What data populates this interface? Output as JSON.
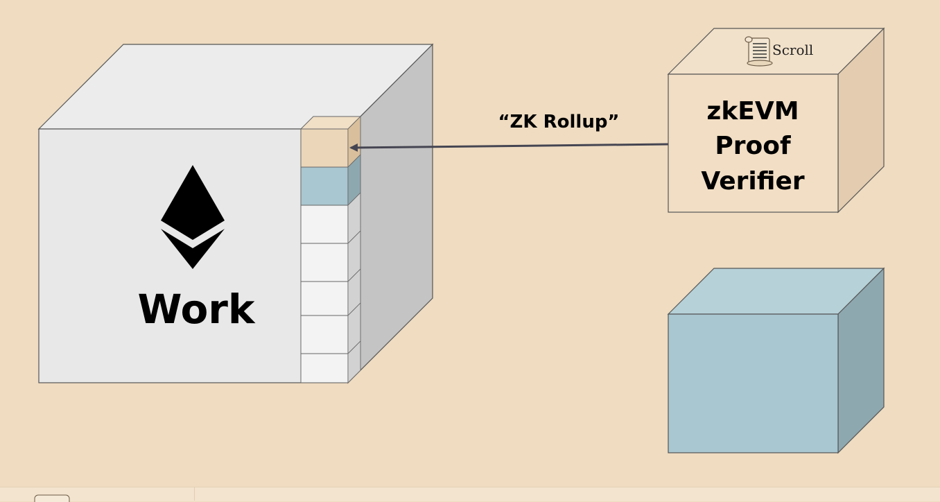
{
  "diagram": {
    "main_block": {
      "label": "Work",
      "icon": "ethereum-icon",
      "colors": {
        "front": "#e8e8e8",
        "top": "#ececec",
        "side": "#c4c4c4",
        "stroke": "#555555"
      }
    },
    "stack_cells": [
      {
        "color": "#ebd6b9",
        "role": "zk-rollup-block"
      },
      {
        "color": "#a9c7d0",
        "role": "block"
      },
      {
        "color": "#f3f3f3",
        "role": "block"
      },
      {
        "color": "#f3f3f3",
        "role": "block"
      },
      {
        "color": "#f3f3f3",
        "role": "block"
      },
      {
        "color": "#f3f3f3",
        "role": "block"
      },
      {
        "color": "#f3f3f3",
        "role": "block"
      }
    ],
    "arrow_label": "“ZK Rollup”",
    "verifier_block": {
      "brand": "Scroll",
      "brand_icon": "scroll-icon",
      "lines": [
        "zkEVM",
        "Proof",
        "Verifier"
      ],
      "colors": {
        "front": "#f1dec4",
        "top": "#f2e1ca",
        "side": "#e3ccaf"
      }
    },
    "blue_block": {
      "colors": {
        "front": "#a9c7d0",
        "top": "#b6d1d8",
        "side": "#8ea8b0"
      }
    }
  }
}
